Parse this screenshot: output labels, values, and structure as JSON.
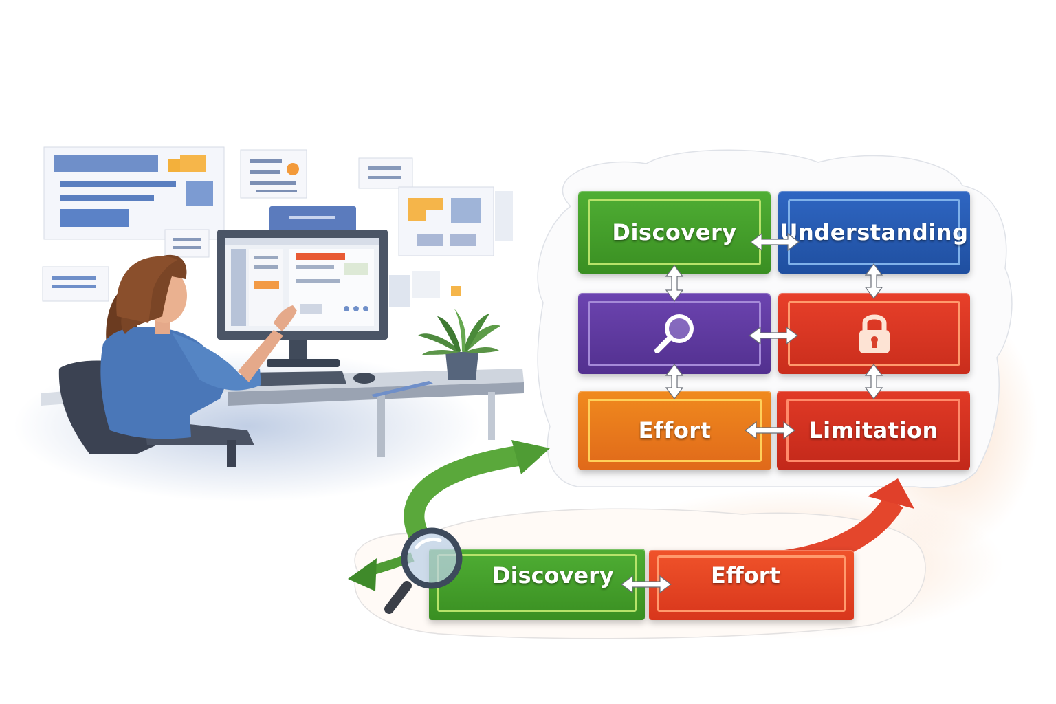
{
  "grid": {
    "discovery_label": "Discovery",
    "understanding_label": "Understanding",
    "search_icon": "magnifier-icon",
    "lock_icon": "padlock-icon",
    "effort_label": "Effort",
    "limitation_label": "Limitation"
  },
  "cycle": {
    "discovery_label": "Discovery",
    "effort_label": "Effort"
  },
  "colors": {
    "green": "#3f9a2a",
    "blue": "#2557ad",
    "purple": "#5e3a9f",
    "red": "#d8351f",
    "orange": "#ec7a1c"
  }
}
